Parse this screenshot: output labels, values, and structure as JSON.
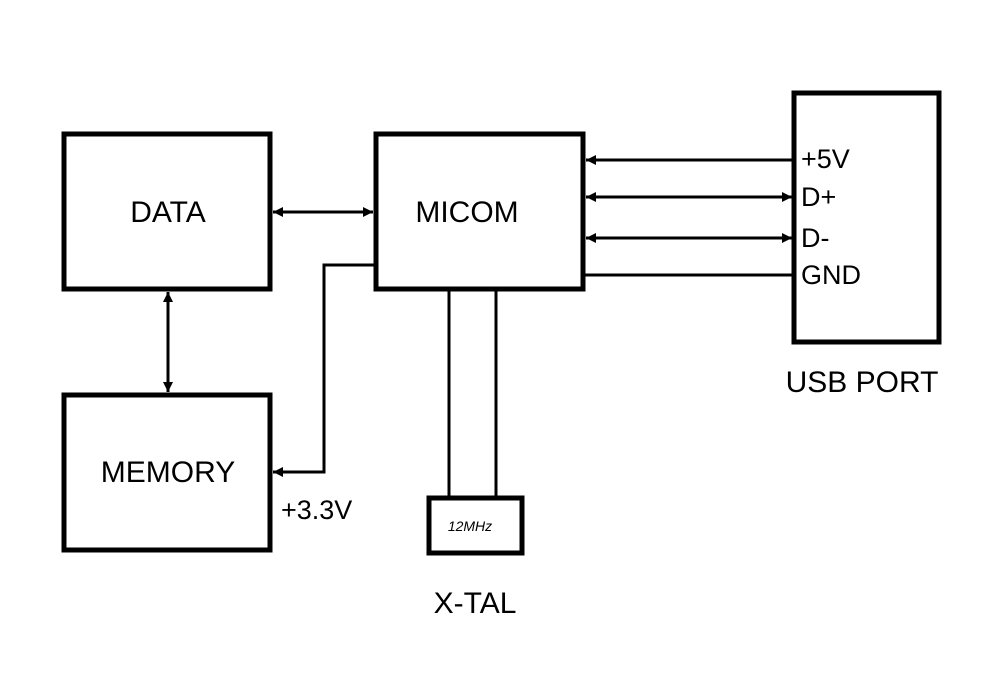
{
  "diagram": {
    "colors": {
      "line": "#000000",
      "background": "#ffffff"
    },
    "blocks": {
      "data": {
        "label": "DATA"
      },
      "micom": {
        "label": "MICOM"
      },
      "memory": {
        "label": "MEMORY"
      },
      "xtal": {
        "label": "X-TAL",
        "inner_label": "12MHz"
      },
      "usb": {
        "label": "USB PORT",
        "pins": [
          "+5V",
          "D+",
          "D-",
          "GND"
        ]
      }
    },
    "annotations": {
      "memory_supply": "+3.3V"
    },
    "connections": [
      {
        "from": "DATA",
        "to": "MICOM",
        "direction": "bidirectional"
      },
      {
        "from": "DATA",
        "to": "MEMORY",
        "direction": "bidirectional"
      },
      {
        "from": "MICOM",
        "to": "MEMORY",
        "direction": "forward",
        "label": "+3.3V"
      },
      {
        "from": "MICOM",
        "to": "X-TAL",
        "direction": "none",
        "count": 2
      },
      {
        "from": "USB PORT:+5V",
        "to": "MICOM",
        "direction": "forward"
      },
      {
        "from": "USB PORT:D+",
        "to": "MICOM",
        "direction": "bidirectional"
      },
      {
        "from": "USB PORT:D-",
        "to": "MICOM",
        "direction": "bidirectional"
      },
      {
        "from": "USB PORT:GND",
        "to": "MICOM",
        "direction": "none"
      }
    ]
  }
}
